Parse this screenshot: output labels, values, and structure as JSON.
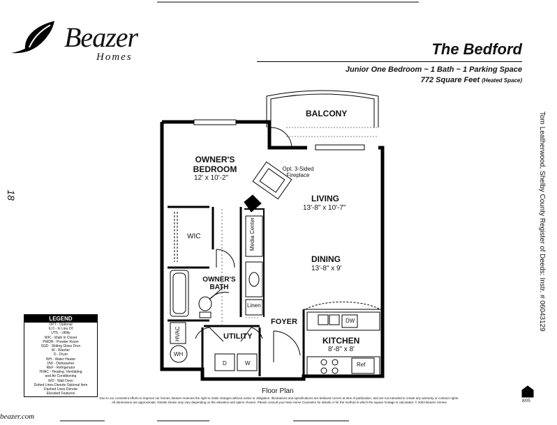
{
  "brand": {
    "name": "Beazer",
    "sub": "Homes"
  },
  "plan": {
    "title": "The Bedford",
    "subtitle": "Junior One Bedroom ~ 1 Bath ~ 1 Parking Space",
    "sqft": "772 Square Feet",
    "sqft_note": "(Heated Space)"
  },
  "rooms": {
    "balcony": "BALCONY",
    "owners_bedroom": "OWNER'S BEDROOM",
    "owners_bedroom_dim": "12' x 10'-2\"",
    "fireplace": "Opt. 3-Sided Fireplace",
    "living": "LIVING",
    "living_dim": "13'-8\" x 10'-7\"",
    "wic": "WIC",
    "media": "Media Center",
    "dining": "DINING",
    "dining_dim": "13'-8\" x 9'",
    "owners_bath": "OWNER'S BATH",
    "linen": "Linen",
    "foyer": "FOYER",
    "hvac": "HVAC",
    "wh": "WH",
    "utility": "UTILITY",
    "d": "D",
    "w": "W",
    "dw": "DW",
    "kitchen": "KITCHEN",
    "kitchen_dim": "8'-8\" x 8'",
    "ref": "Ref"
  },
  "legend": {
    "title": "LEGEND",
    "items": [
      "OPT - Optional",
      "ILO - In Lieu Of",
      "UTIL - Utility",
      "WIC - Walk In Closet",
      "PWDR - Powder Room",
      "SGD - Sliding Glass Door",
      "W - Washer",
      "D - Dryer",
      "WH - Water Heater",
      "DW - Dishwasher",
      "REF - Refrigerator",
      "HVAC - Heating, Ventilating",
      "and Air Conditioning",
      "WO - Wall Oven",
      "Dotted Lines Denote Optional Item",
      "Dashed Lines Denote",
      "Elevated Features"
    ]
  },
  "footer": {
    "floor_plan": "Floor Plan",
    "disclaimer_1": "Due to our consistent efforts to improve our homes, Beazer reserves the right to make changes without notice or obligation. Illustrations and specifications are believed correct at time of publication, and are not intended to create any warranty or contract rights.",
    "disclaimer_2": "All dimensions are approximate. Details shown may vary depending on the elevation and option chosen. Please consult your New Home Counselor for details or for the method in which the square footage is calculated. © 2004 Beazer Homes",
    "website": "beazer.com",
    "date_code": "8/05"
  },
  "margin": {
    "recording": "Tom Leatherwood, Shelby County Register of Deeds: Instr. # 06043129",
    "page": "18"
  }
}
